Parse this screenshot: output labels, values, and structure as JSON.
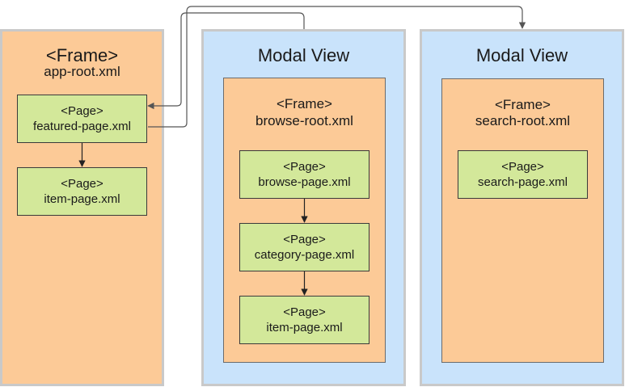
{
  "left_panel": {
    "title": "<Frame>",
    "file": "app-root.xml",
    "pages": [
      {
        "tag": "<Page>",
        "file": "featured-page.xml"
      },
      {
        "tag": "<Page>",
        "file": "item-page.xml"
      }
    ]
  },
  "browse_modal": {
    "title": "Modal View",
    "frame_tag": "<Frame>",
    "frame_file": "browse-root.xml",
    "pages": [
      {
        "tag": "<Page>",
        "file": "browse-page.xml"
      },
      {
        "tag": "<Page>",
        "file": "category-page.xml"
      },
      {
        "tag": "<Page>",
        "file": "item-page.xml"
      }
    ]
  },
  "search_modal": {
    "title": "Modal View",
    "frame_tag": "<Frame>",
    "frame_file": "search-root.xml",
    "pages": [
      {
        "tag": "<Page>",
        "file": "search-page.xml"
      }
    ]
  },
  "colors": {
    "frame_fill": "#fcca97",
    "modal_fill": "#c9e3fb",
    "page_fill": "#d3e89a",
    "panel_border": "#c9c9c9",
    "connector": "#555555"
  }
}
